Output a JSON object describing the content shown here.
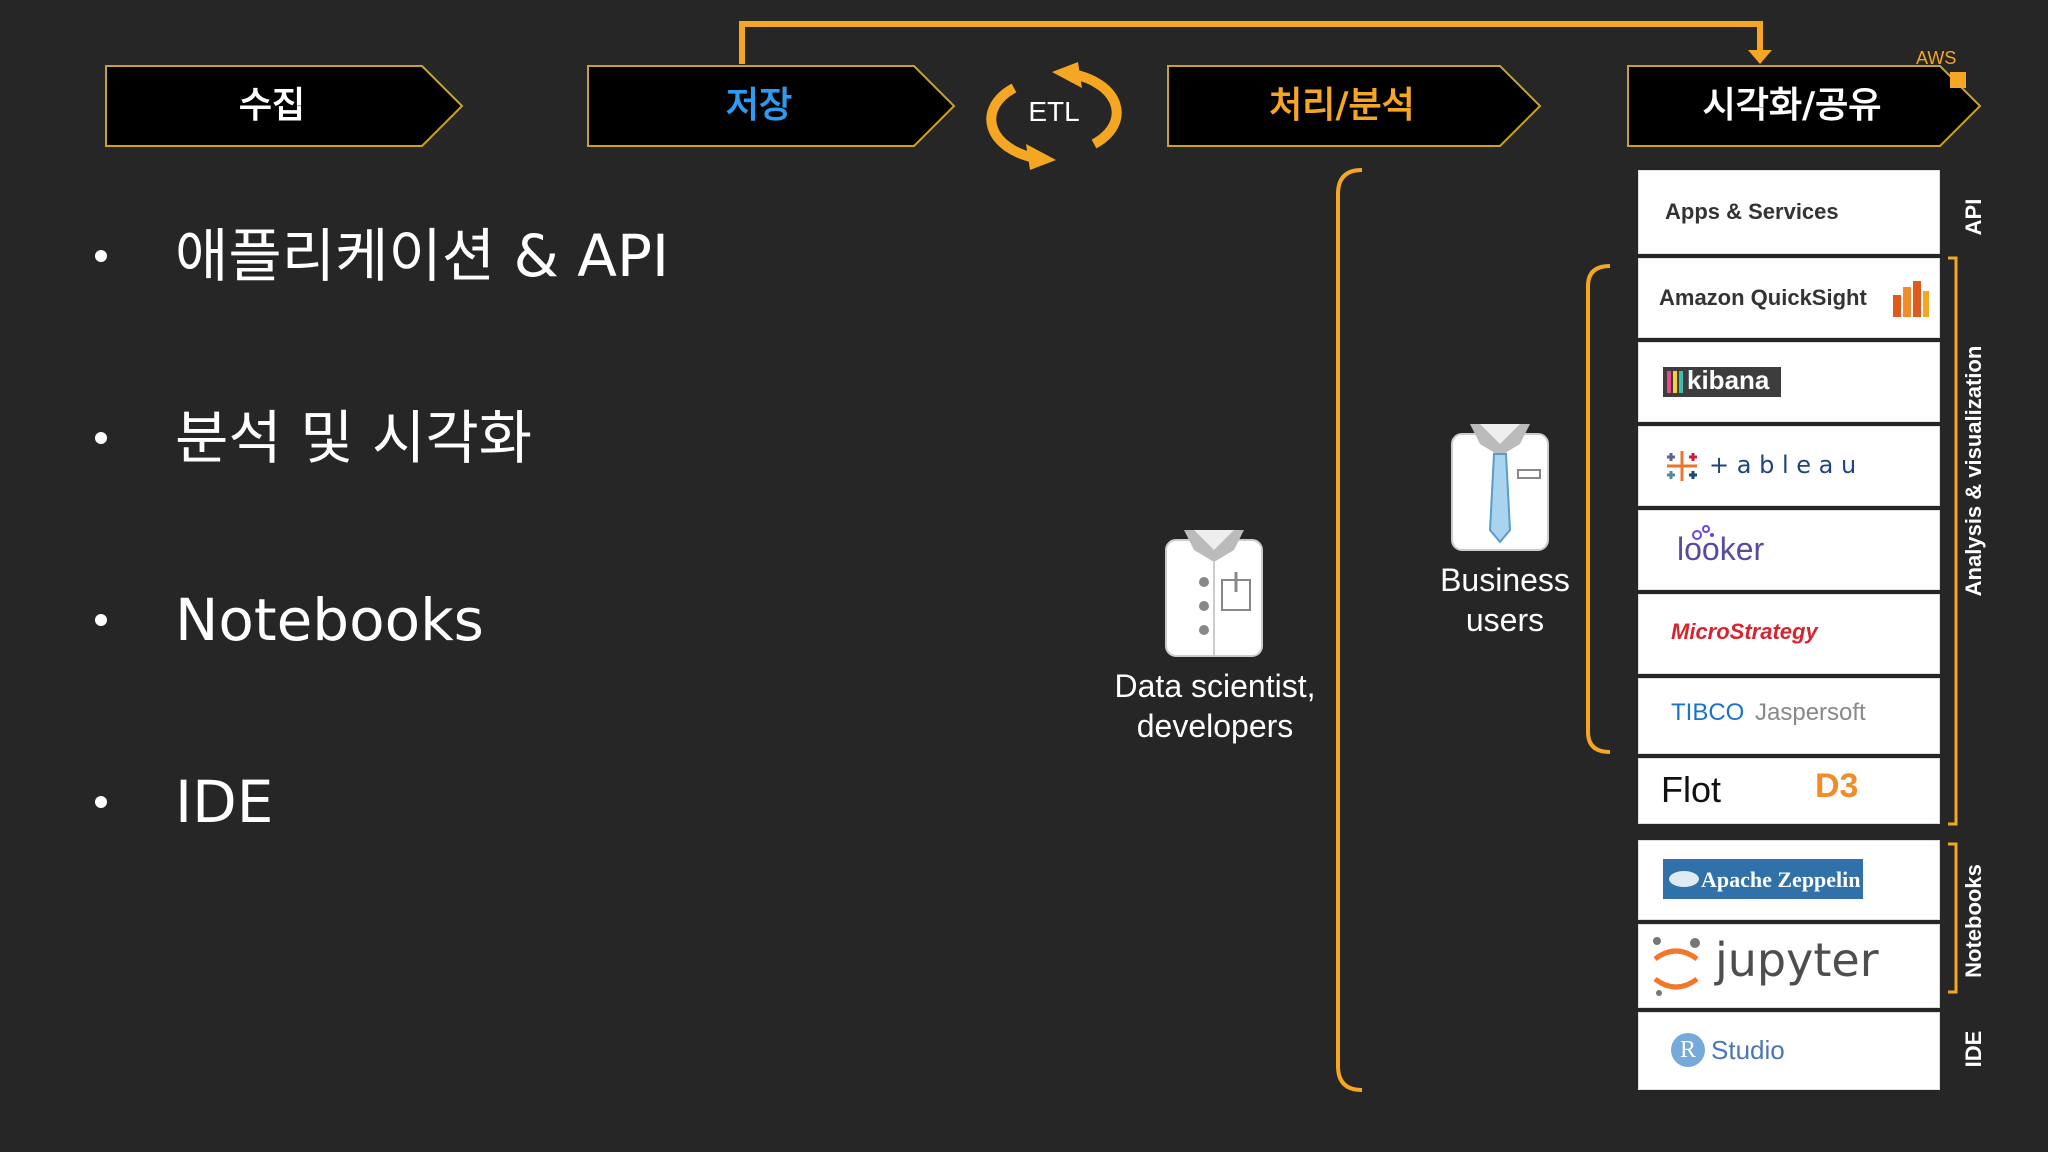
{
  "pipeline": {
    "stages": [
      {
        "label": "수집",
        "color": "#ffffff"
      },
      {
        "label": "저장",
        "color": "#2e9bf0"
      },
      {
        "label": "처리/분석",
        "color": "#f5a623"
      },
      {
        "label": "시각화/공유",
        "color": "#ffffff"
      }
    ],
    "etl_label": "ETL",
    "aws_label": "AWS",
    "accent_color": "#f5a623"
  },
  "bullets": [
    "애플리케이션 & API",
    "분석 및 시각화",
    "Notebooks",
    "IDE"
  ],
  "personas": {
    "data_scientist": {
      "line1": "Data scientist,",
      "line2": "developers"
    },
    "business": {
      "line1": "Business",
      "line2": "users"
    }
  },
  "tools": {
    "apps_services": "Apps & Services",
    "quicksight": "Amazon QuickSight",
    "kibana": "kibana",
    "tableau": "+ a b l e a u",
    "looker": "looker",
    "microstrategy": "MicroStrategy",
    "tibco": "TIBCO",
    "jaspersoft": "Jaspersoft",
    "flot": "Flot",
    "d3": "D3",
    "zeppelin": "Apache Zeppelin",
    "jupyter": "jupyter",
    "rstudio_r": "R",
    "rstudio": "Studio"
  },
  "side_labels": {
    "api": "API",
    "analysis": "Analysis & visualization",
    "notebooks": "Notebooks",
    "ide": "IDE"
  }
}
